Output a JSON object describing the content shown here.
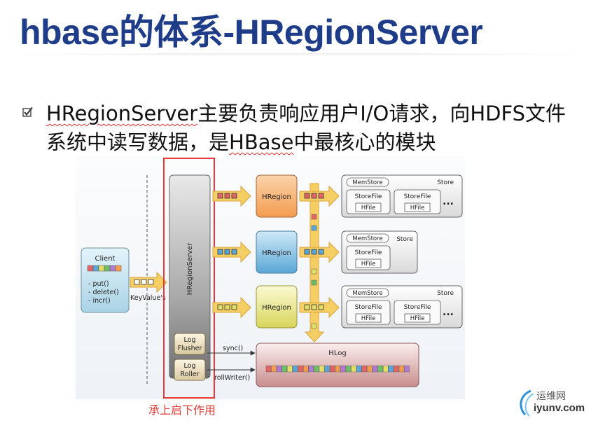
{
  "slide": {
    "title": "hbase的体系-HRegionServer",
    "bullet_part1": "HRegionServer",
    "bullet_part2": "主要负责响应用户I/O请求，向HDFS文件系统中读写数据，是",
    "bullet_part3": "HBase",
    "bullet_part4": "中最核心的模块",
    "caption": "承上启下作用"
  },
  "diagram": {
    "client_title": "Client",
    "client_methods": [
      "- put()",
      "- delete()",
      "- incr()"
    ],
    "keyvalue_label": "KeyValue's",
    "server_label": "HRegionServer",
    "log_flusher": [
      "Log",
      "Flusher"
    ],
    "log_roller": [
      "Log",
      "Roller"
    ],
    "sync_label": "sync()",
    "rollwriter_label": "rollWriter()",
    "hlog_label": "HLog",
    "regions": [
      "HRegion",
      "HRegion",
      "HRegion"
    ],
    "memstore_label": "MemStore",
    "store_label": "Store",
    "storefile_label": "StoreFile",
    "hfile_label": "HFile",
    "more_label": "...",
    "colors": {
      "region_orange": "#f39c50",
      "region_blue": "#5aa6d6",
      "region_yellow": "#e3e06a",
      "highlight_red": "#e83a3a",
      "arrow_fill": "#f6cf64"
    }
  },
  "logo": {
    "cn": "运维网",
    "en": "iyunv.com"
  }
}
